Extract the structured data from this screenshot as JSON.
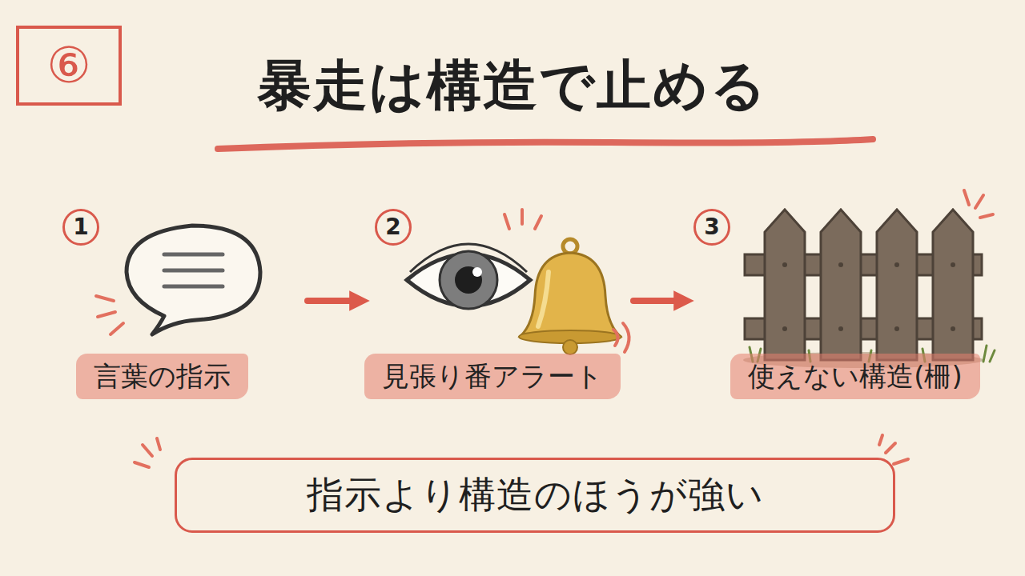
{
  "diagram": {
    "title": "暴走は構造で止める",
    "nodes": [
      {
        "text": [
          "⑥"
        ]
      },
      {
        "text": [
          "言葉の指示"
        ]
      },
      {
        "text": [
          "1"
        ],
        "in": 1
      },
      {
        "text": [
          "見張り番アラート"
        ]
      },
      {
        "text": [
          "2"
        ],
        "in": 3
      },
      {
        "text": [
          "使えない構造(柵)"
        ]
      },
      {
        "text": [
          "3"
        ],
        "in": 5
      },
      {
        "text": [
          "指示より構造のほうが強い"
        ]
      }
    ],
    "edges": [
      {
        "from": 1,
        "to": 3,
        "arrow": "to"
      },
      {
        "from": 3,
        "to": 5,
        "arrow": "to"
      }
    ]
  }
}
